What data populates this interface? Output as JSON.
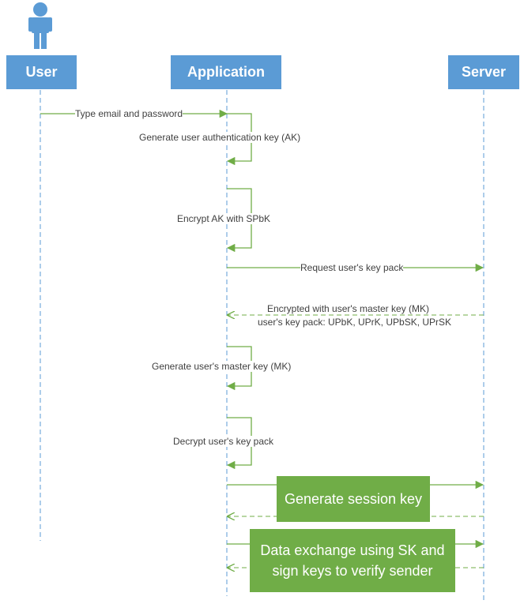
{
  "actors": {
    "user": "User",
    "application": "Application",
    "server": "Server"
  },
  "messages": {
    "type_credentials": "Type email and password",
    "generate_ak": "Generate user authentication key (AK)",
    "encrypt_ak": "Encrypt AK with SPbK",
    "request_key_pack": "Request user's key pack",
    "encrypted_with_mk": "Encrypted with user's master key (MK)",
    "key_pack_contents": "user's key pack: UPbK, UPrK, UPbSK, UPrSK",
    "generate_mk": "Generate user's master key (MK)",
    "decrypt_key_pack": "Decrypt user's key pack"
  },
  "boxes": {
    "session_key": "Generate session key",
    "data_exchange": "Data exchange using SK and sign keys to verify sender"
  },
  "colors": {
    "actor_fill": "#5b9bd5",
    "message_line": "#70ad47",
    "lifeline": "#5b9bd5",
    "box_fill": "#70ad47"
  },
  "icons": {
    "user_figure": "person-icon"
  }
}
